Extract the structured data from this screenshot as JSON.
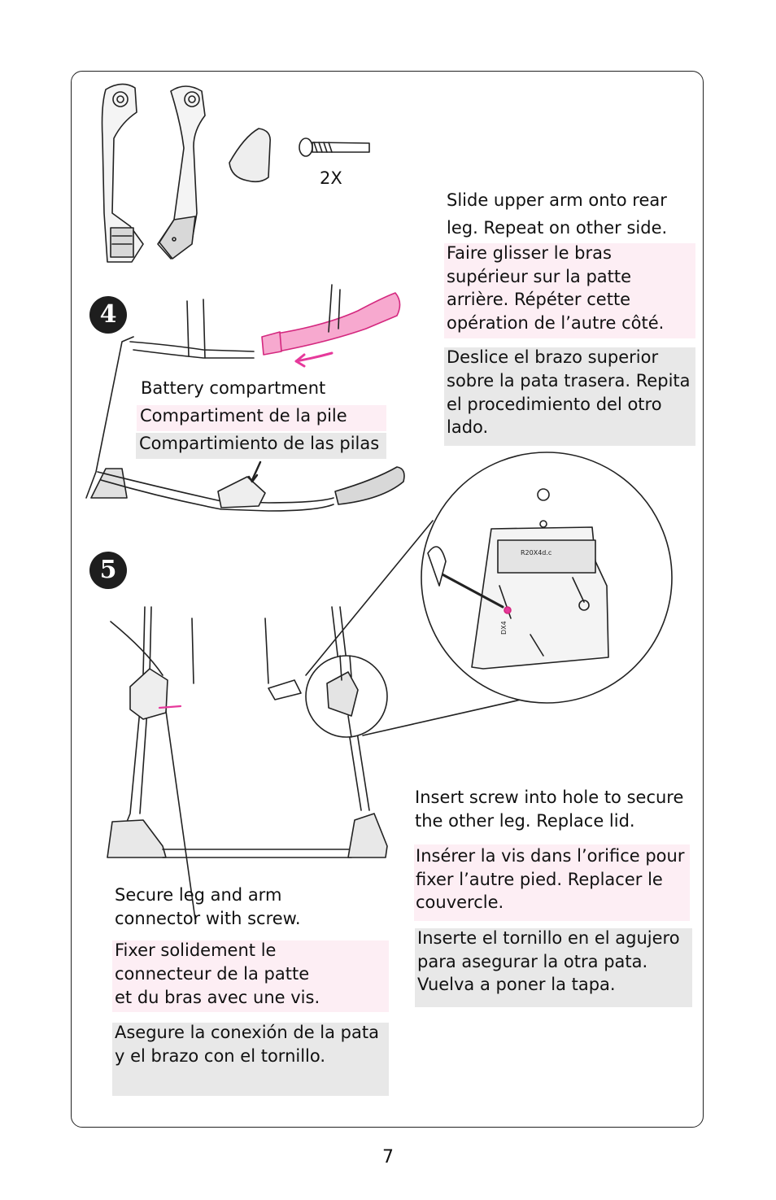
{
  "parts": {
    "quantity": "2X"
  },
  "step4": {
    "number": "4",
    "en": [
      "Slide upper arm onto rear",
      "leg. Repeat on other side."
    ],
    "fr": [
      "Faire glisser le bras",
      "supérieur sur la patte",
      "arrière. Répéter cette",
      "opération de l’autre côté."
    ],
    "es": [
      "Deslice el brazo superior",
      "sobre la pata trasera. Repita",
      "el procedimiento del otro",
      "lado."
    ],
    "battery_en": "Battery compartment",
    "battery_fr": "Compartiment de la pile",
    "battery_es": "Compartimiento de las pilas"
  },
  "step5": {
    "number": "5",
    "detail_label_1": "R20X4d.c",
    "detail_label_2": "DX4",
    "left_en": [
      "Secure leg and arm",
      "connector with screw."
    ],
    "left_fr": [
      "Fixer solidement le",
      "connecteur de la patte",
      "et du bras avec une vis."
    ],
    "left_es": [
      "Asegure la conexión de la pata",
      "y el brazo con el tornillo."
    ],
    "right_en": [
      "Insert screw into hole to secure",
      "the other leg. Replace lid."
    ],
    "right_fr": [
      "Insérer la vis dans l’orifice pour",
      "fixer l’autre pied. Replacer le",
      "couvercle."
    ],
    "right_es": [
      "Inserte el tornillo en el agujero",
      "para asegurar la otra pata.",
      "Vuelva a poner la tapa."
    ]
  },
  "colors": {
    "highlight": "#e6399b",
    "pink_panel": "#fdeef4",
    "gray_panel": "#e8e8e8"
  },
  "page_number": "7"
}
